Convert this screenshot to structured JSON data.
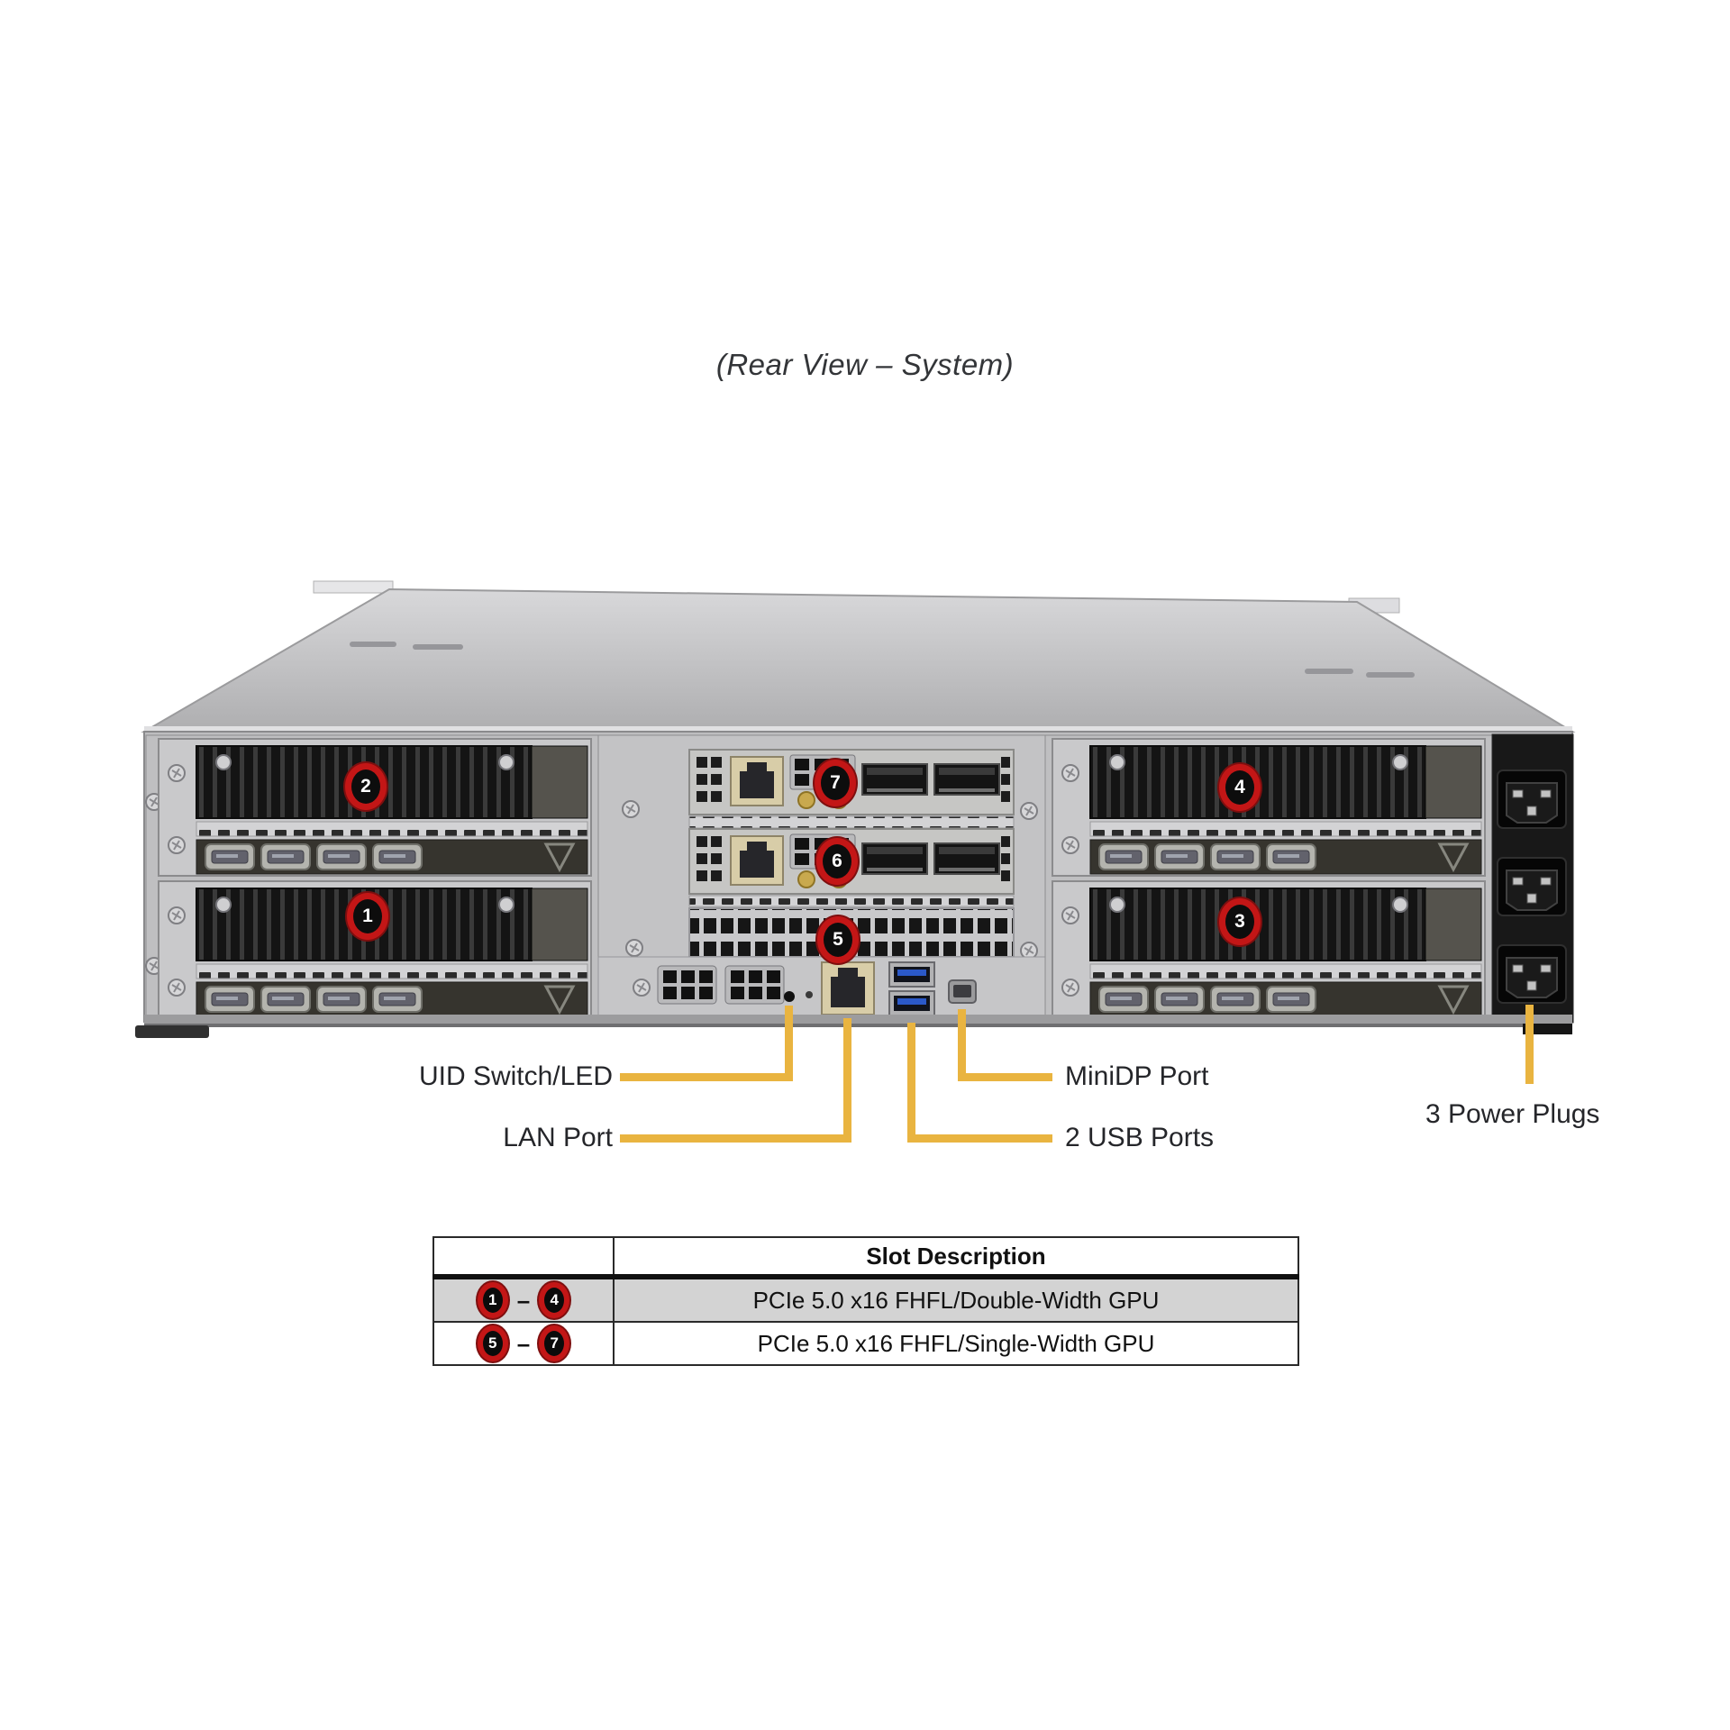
{
  "title": "(Rear View – System)",
  "labels": {
    "uid": "UID Switch/LED",
    "lan": "LAN Port",
    "minidp": "MiniDP Port",
    "usb": "2 USB Ports",
    "power": "3 Power Plugs"
  },
  "slots": [
    "1",
    "2",
    "3",
    "4",
    "5",
    "6",
    "7"
  ],
  "table": {
    "header": "Slot Description",
    "rows": [
      {
        "from": "1",
        "dash": "–",
        "to": "4",
        "description": "PCIe 5.0 x16 FHFL/Double-Width GPU"
      },
      {
        "from": "5",
        "dash": "–",
        "to": "7",
        "description": "PCIe 5.0 x16 FHFL/Single-Width GPU"
      }
    ]
  },
  "colors": {
    "callout_red": "#c31616",
    "callout_line_yellow": "#e9b440",
    "table_row_gray": "#d3d3d3"
  }
}
